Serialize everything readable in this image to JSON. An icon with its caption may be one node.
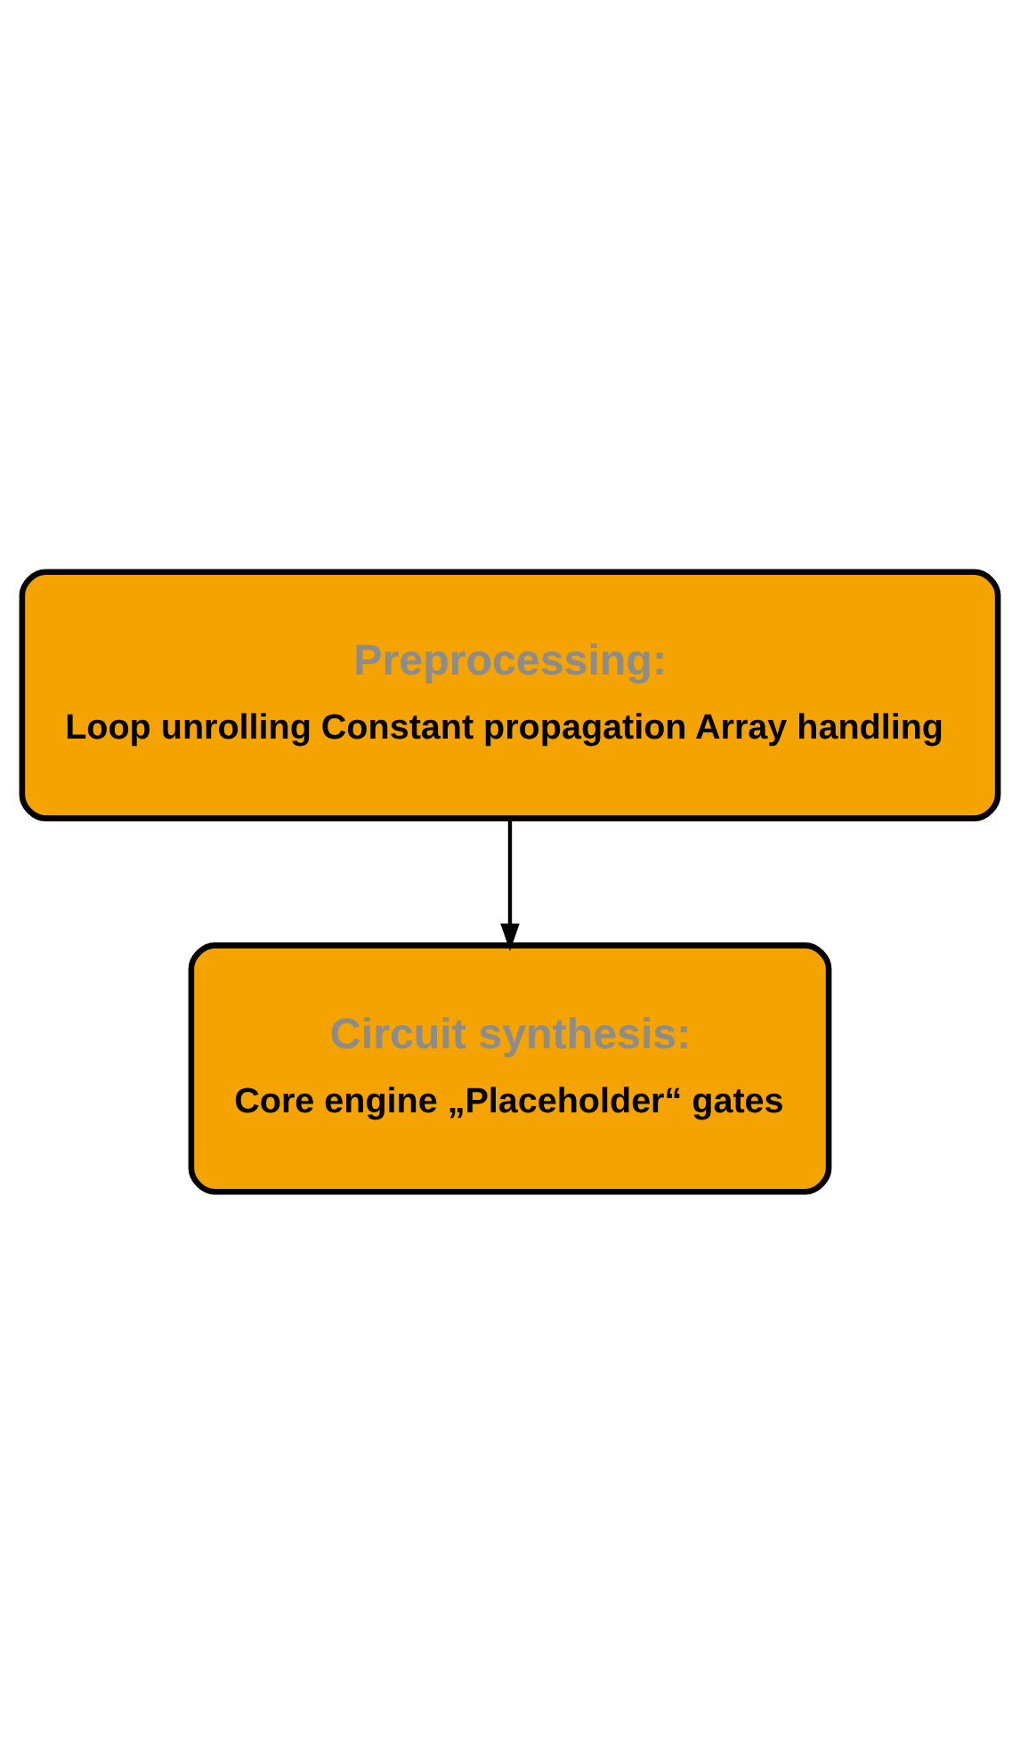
{
  "diagram": {
    "nodes": [
      {
        "text": [
          "Preprocessing:",
          "Loop unrolling Constant propagation Array handling"
        ]
      },
      {
        "text": [
          "Circuit synthesis:",
          "Core engine „Placeholder“ gates"
        ]
      }
    ],
    "edges": [
      {
        "from": 0,
        "to": 1,
        "arrow": "to"
      }
    ]
  }
}
